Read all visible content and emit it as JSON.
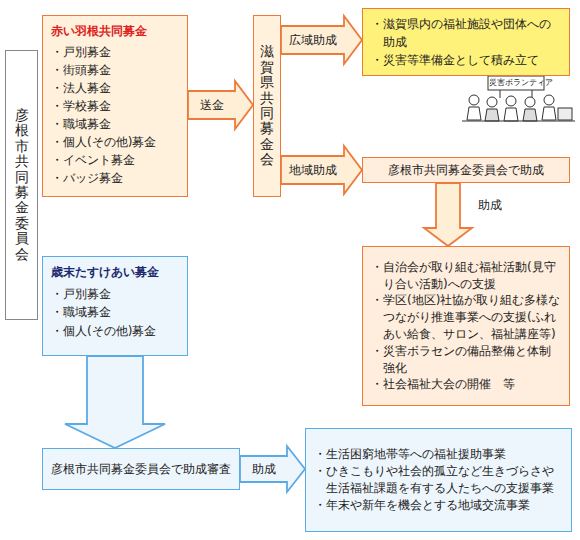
{
  "diagram": {
    "nodes": [
      {
        "text": [
          "彦根市共同募金委員会"
        ]
      },
      {
        "text": [
          "赤い羽根共同募金",
          "・戸別募金",
          "・街頭募金",
          "・法人募金",
          "・学校募金",
          "・職域募金",
          "・個人(その他)募金",
          "・イベント募金",
          "・バッジ募金"
        ]
      },
      {
        "text": [
          "滋賀県共同募金会"
        ]
      },
      {
        "text": [
          "・滋賀県内の福祉施設や団体への助成",
          "・災害等準備金として積み立て"
        ]
      },
      {
        "text": [
          "彦根市共同募金委員会で助成"
        ]
      },
      {
        "text": [
          "・自治会が取り組む福祉活動(見守り合い活動)への支援",
          "・学区(地区)社協が取り組む多様なつながり推進事業への支援(ふれあい給食、サロン、福祉講座等)",
          "・災害ボラセンの備品整備と体制強化",
          "・社会福祉大会の開催　等"
        ]
      },
      {
        "text": [
          "歳末たすけあい募金",
          "・戸別募金",
          "・職域募金",
          "・個人(その他)募金"
        ]
      },
      {
        "text": [
          "彦根市共同募金委員会で助成審査"
        ]
      },
      {
        "text": [
          "・生活困窮地帯等への福祉援助事業",
          "・ひきこもりや社会的孤立など生きづらさや生活福祉課題を有する人たちへの支援事業",
          "・年末や新年を機会とする地域交流事業"
        ]
      }
    ],
    "edges": [
      {
        "from": 1,
        "to": 2,
        "label": "送金",
        "arrow": "to"
      },
      {
        "from": 2,
        "to": 3,
        "label": "広域助成",
        "arrow": "to"
      },
      {
        "from": 2,
        "to": 4,
        "label": "地域助成",
        "arrow": "to"
      },
      {
        "from": 4,
        "to": 5,
        "label": "助成",
        "arrow": "to"
      },
      {
        "from": 6,
        "to": 7,
        "arrow": "to"
      },
      {
        "from": 7,
        "to": 8,
        "label": "助成",
        "arrow": "to"
      }
    ],
    "labels": [
      "災害ボランティア"
    ]
  }
}
